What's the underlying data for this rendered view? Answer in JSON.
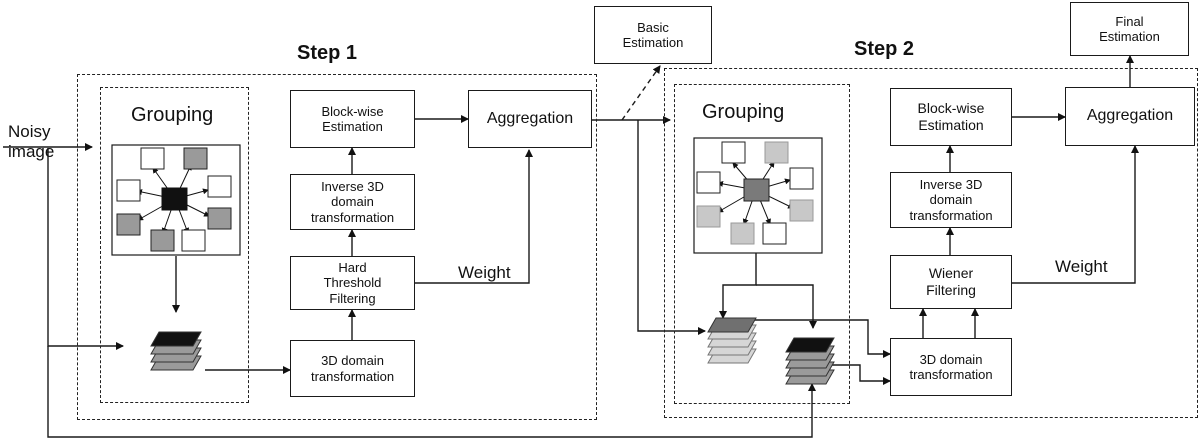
{
  "input": {
    "label": "Noisy\nimage"
  },
  "step1": {
    "title": "Step 1",
    "grouping_label": "Grouping",
    "blockwise": "Block-wise\nEstimation",
    "aggregation": "Aggregation",
    "inverse3d": "Inverse 3D\ndomain\ntransformation",
    "hard_threshold": "Hard\nThreshold\nFiltering",
    "weight": "Weight",
    "domain3d": "3D domain\ntransformation"
  },
  "basic": {
    "label": "Basic\nEstimation"
  },
  "step2": {
    "title": "Step 2",
    "grouping_label": "Grouping",
    "blockwise": "Block-wise\nEstimation",
    "aggregation": "Aggregation",
    "inverse3d": "Inverse 3D\ndomain\ntransformation",
    "wiener": "Wiener\nFiltering",
    "weight": "Weight",
    "domain3d": "3D domain\ntransformation"
  },
  "final": {
    "label": "Final\nEstimation"
  },
  "colors": {
    "line": "#1a1a1a",
    "dark_block": "#111111",
    "mid_gray": "#7a7a7a",
    "light_gray": "#c8c8c8",
    "step1_gray": "#9a9a9a"
  }
}
